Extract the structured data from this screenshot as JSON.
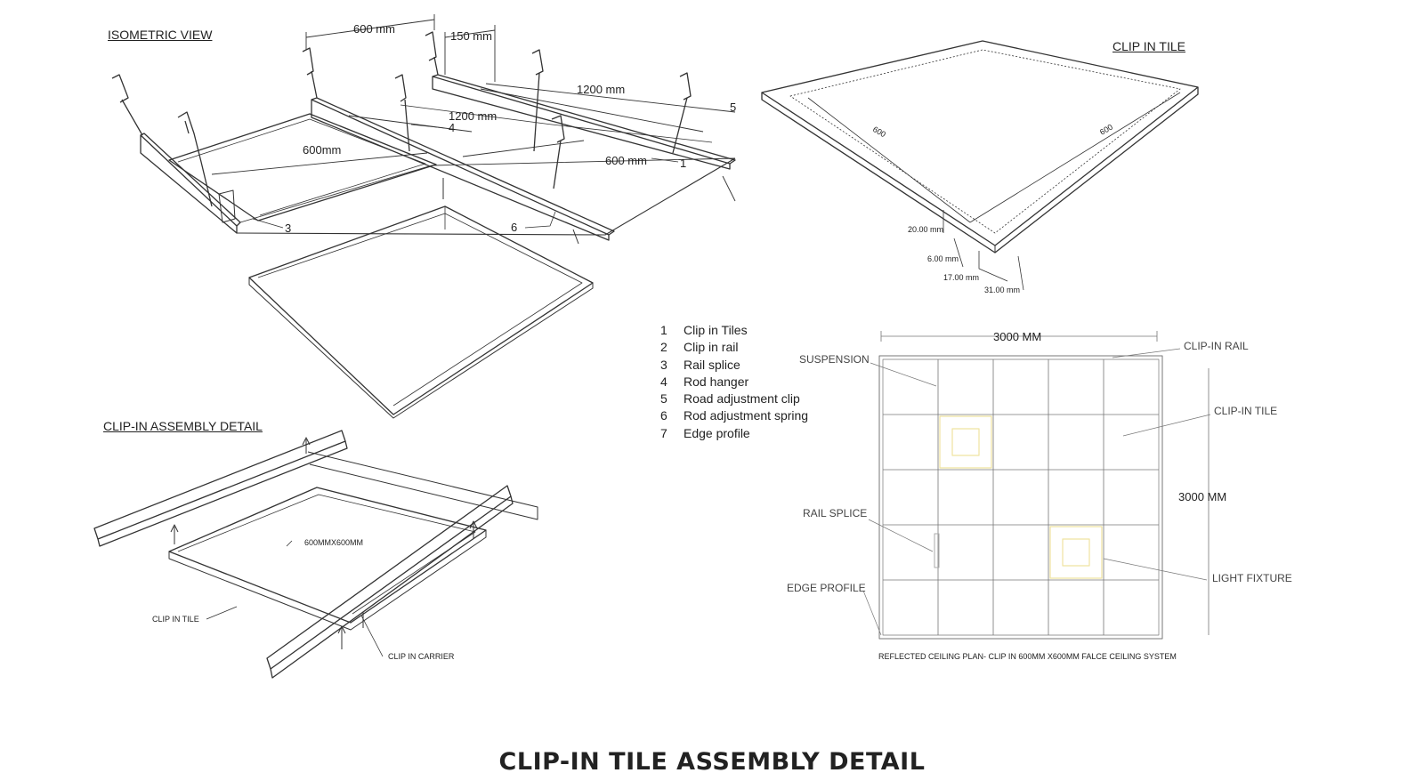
{
  "headings": {
    "isometric": "ISOMETRIC VIEW",
    "clip_in_tile": "CLIP IN TILE",
    "assembly_detail": "CLIP-IN ASSEMBLY DETAIL"
  },
  "isometric_dims": {
    "top_600": "600 mm",
    "top_150": "150 mm",
    "mid_1200": "1200 mm",
    "inner_1200": "1200 mm",
    "left_600": "600mm",
    "right_600": "600 mm",
    "trunc_5": "5",
    "trunc_1": "1"
  },
  "callouts": [
    "3",
    "4",
    "6"
  ],
  "legend": [
    {
      "num": "1",
      "label": "Clip in Tiles"
    },
    {
      "num": "2",
      "label": "Clip in rail"
    },
    {
      "num": "3",
      "label": "Rail splice"
    },
    {
      "num": "4",
      "label": "Rod hanger"
    },
    {
      "num": "5",
      "label": "Road adjustment clip"
    },
    {
      "num": "6",
      "label": "Rod adjustment spring"
    },
    {
      "num": "7",
      "label": "Edge profile"
    }
  ],
  "tile_dims": {
    "side_a": "600",
    "side_b": "600",
    "thickness_20": "20.00 mm",
    "lip_6": "6.00 mm",
    "lip_17": "17.00 mm",
    "lip_31": "31.00 mm"
  },
  "assembly_labels": {
    "size": "600MMX600MM",
    "clip_in_tile": "CLIP IN TILE",
    "clip_in_carrier": "CLIP IN CARRIER"
  },
  "plan": {
    "width_dim": "3000 MM",
    "height_dim": "3000 MM",
    "suspension": "SUSPENSION",
    "clip_in_rail": "CLIP-IN RAIL",
    "clip_in_tile": "CLIP-IN TILE",
    "rail_splice": "RAIL SPLICE",
    "light_fixture": "LIGHT FIXTURE",
    "edge_profile": "EDGE PROFILE",
    "caption": "REFLECTED CEILING PLAN- CLIP IN 600MM X600MM FALCE CEILING SYSTEM",
    "grid_cols": 5,
    "grid_rows": 5,
    "light_color": "#f2e6a0"
  },
  "main_title": "CLIP-IN TILE ASSEMBLY DETAIL"
}
